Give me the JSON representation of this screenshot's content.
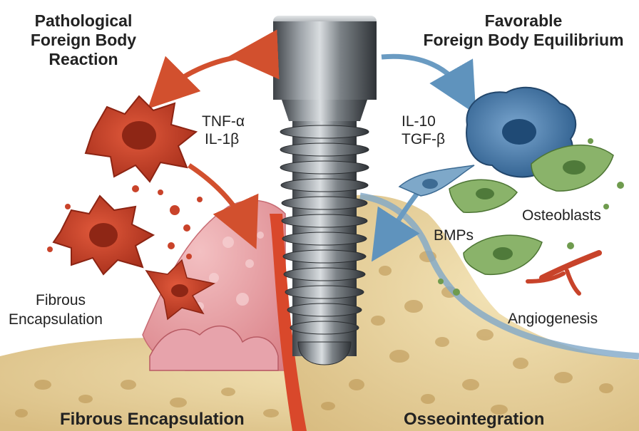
{
  "titles": {
    "left": [
      "Pathological",
      "Foreign Body",
      "Reaction"
    ],
    "right": [
      "Favorable",
      "Foreign Body Equilibrium"
    ]
  },
  "cytokines": {
    "proinflammatory": [
      "TNF-α",
      "IL-1β"
    ],
    "antiinflammatory": [
      "IL-10",
      "TGF-β"
    ]
  },
  "labels": {
    "fibrous_left": [
      "Fibrous",
      "Encapsulation"
    ],
    "osteoblasts": "Osteoblasts",
    "bmps": "BMPs",
    "angiogenesis": "Angiogenesis"
  },
  "bottom": {
    "left": "Fibrous Encapsulation",
    "right": "Osseointegration"
  },
  "colors": {
    "inflammatory": "#c8432a",
    "healing": "#4a7fb0",
    "osteoblast": "#6f9b4e",
    "fibrous": "#e8a2a6",
    "bone": "#ecd9a9",
    "implant": "#6e7378"
  },
  "icons": [
    "implant-screw",
    "macrophage-m1",
    "macrophage-m2",
    "osteoblast-cell",
    "blood-vessel"
  ]
}
